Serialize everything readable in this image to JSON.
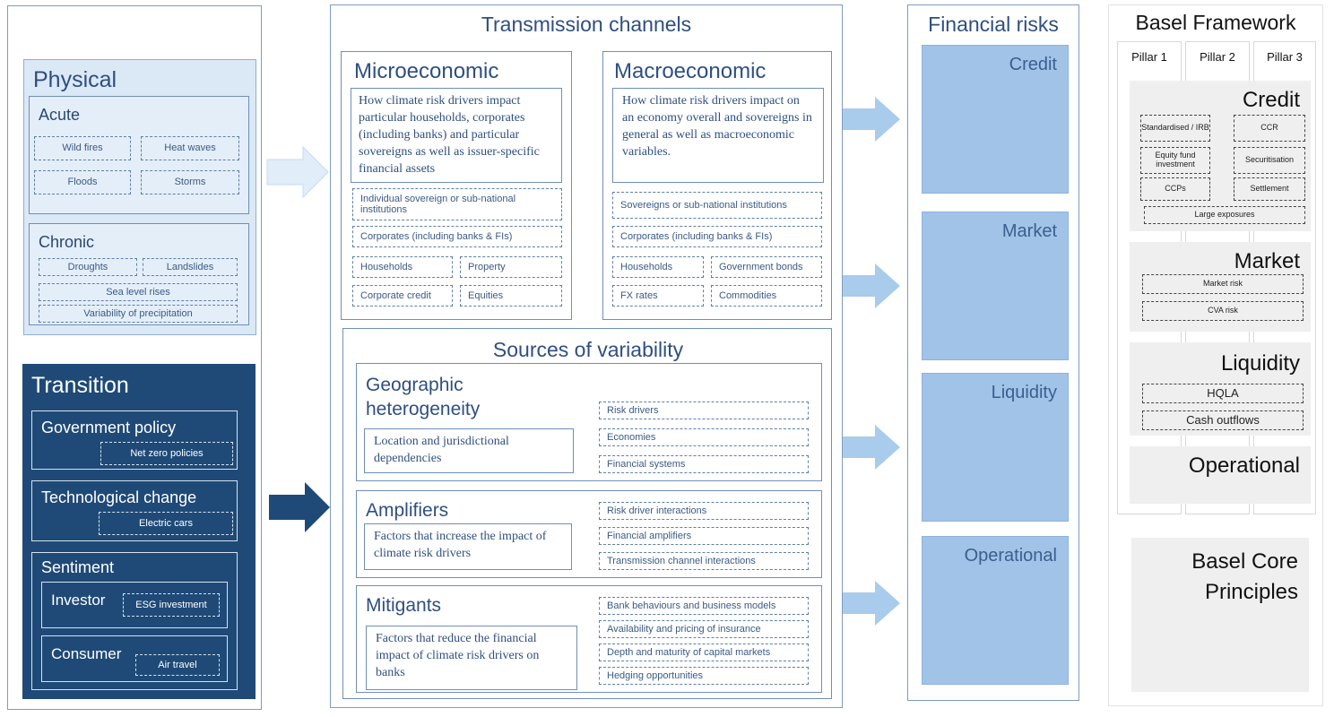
{
  "physical": {
    "title": "Physical",
    "acute": {
      "title": "Acute",
      "items": [
        "Wild fires",
        "Heat waves",
        "Floods",
        "Storms"
      ]
    },
    "chronic": {
      "title": "Chronic",
      "items": [
        "Droughts",
        "Landslides",
        "Sea level rises",
        "Variability of precipitation"
      ]
    }
  },
  "transition": {
    "title": "Transition",
    "government": {
      "title": "Government policy",
      "item": "Net zero policies"
    },
    "technology": {
      "title": "Technological change",
      "item": "Electric cars"
    },
    "sentiment": {
      "title": "Sentiment",
      "investor": {
        "title": "Investor",
        "item": "ESG investment"
      },
      "consumer": {
        "title": "Consumer",
        "item": "Air travel"
      }
    }
  },
  "transmission": {
    "title": "Transmission channels",
    "micro": {
      "title": "Microeconomic",
      "desc": "How climate risk drivers impact particular households, corporates (including banks) and particular sovereigns as well as issuer-specific  financial assets",
      "items": [
        "Individual sovereign or sub-national institutions",
        "Corporates (including banks & FIs)",
        "Households",
        "Property",
        "Corporate credit",
        "Equities"
      ]
    },
    "macro": {
      "title": "Macroeconomic",
      "desc": "How climate risk drivers impact on an economy overall and sovereigns in general as well as macroeconomic variables.",
      "items": [
        "Sovereigns or sub-national institutions",
        "Corporates (including banks & FIs)",
        "Households",
        "Government bonds",
        "FX rates",
        "Commodities"
      ]
    }
  },
  "sources": {
    "title": "Sources of variability",
    "geo": {
      "title": "Geographic heterogeneity",
      "desc": "Location and jurisdictional dependencies",
      "items": [
        "Risk drivers",
        "Economies",
        "Financial systems"
      ]
    },
    "amplifiers": {
      "title": "Amplifiers",
      "desc": "Factors that increase the impact of climate risk drivers",
      "items": [
        "Risk driver interactions",
        "Financial amplifiers",
        "Transmission channel interactions"
      ]
    },
    "mitigants": {
      "title": "Mitigants",
      "desc": "Factors that reduce the financial impact of climate risk drivers on banks",
      "items": [
        "Bank behaviours and business models",
        "Availability and pricing of insurance",
        "Depth and maturity of capital markets",
        "Hedging opportunities"
      ]
    }
  },
  "financial_risks": {
    "title": "Financial risks",
    "items": [
      "Credit",
      "Market",
      "Liquidity",
      "Operational"
    ]
  },
  "basel": {
    "title": "Basel Framework",
    "pillars": [
      "Pillar 1",
      "Pillar 2",
      "Pillar 3"
    ],
    "credit": {
      "title": "Credit",
      "items": [
        "Standardised / IRB",
        "CCR",
        "Equity fund investment",
        "Securitisation",
        "CCPs",
        "Settlement",
        "Large exposures"
      ]
    },
    "market": {
      "title": "Market",
      "items": [
        "Market risk",
        "CVA risk"
      ]
    },
    "liquidity": {
      "title": "Liquidity",
      "items": [
        "HQLA",
        "Cash outflows"
      ]
    },
    "operational": {
      "title": "Operational"
    },
    "core": {
      "title": "Basel Core Principles"
    }
  },
  "colors": {
    "dark_blue": "#1f4a77",
    "light_blue_panel": "#dbe8f6",
    "risk_fill": "#a1c3e8",
    "arrow_light": "#a9cbec"
  }
}
